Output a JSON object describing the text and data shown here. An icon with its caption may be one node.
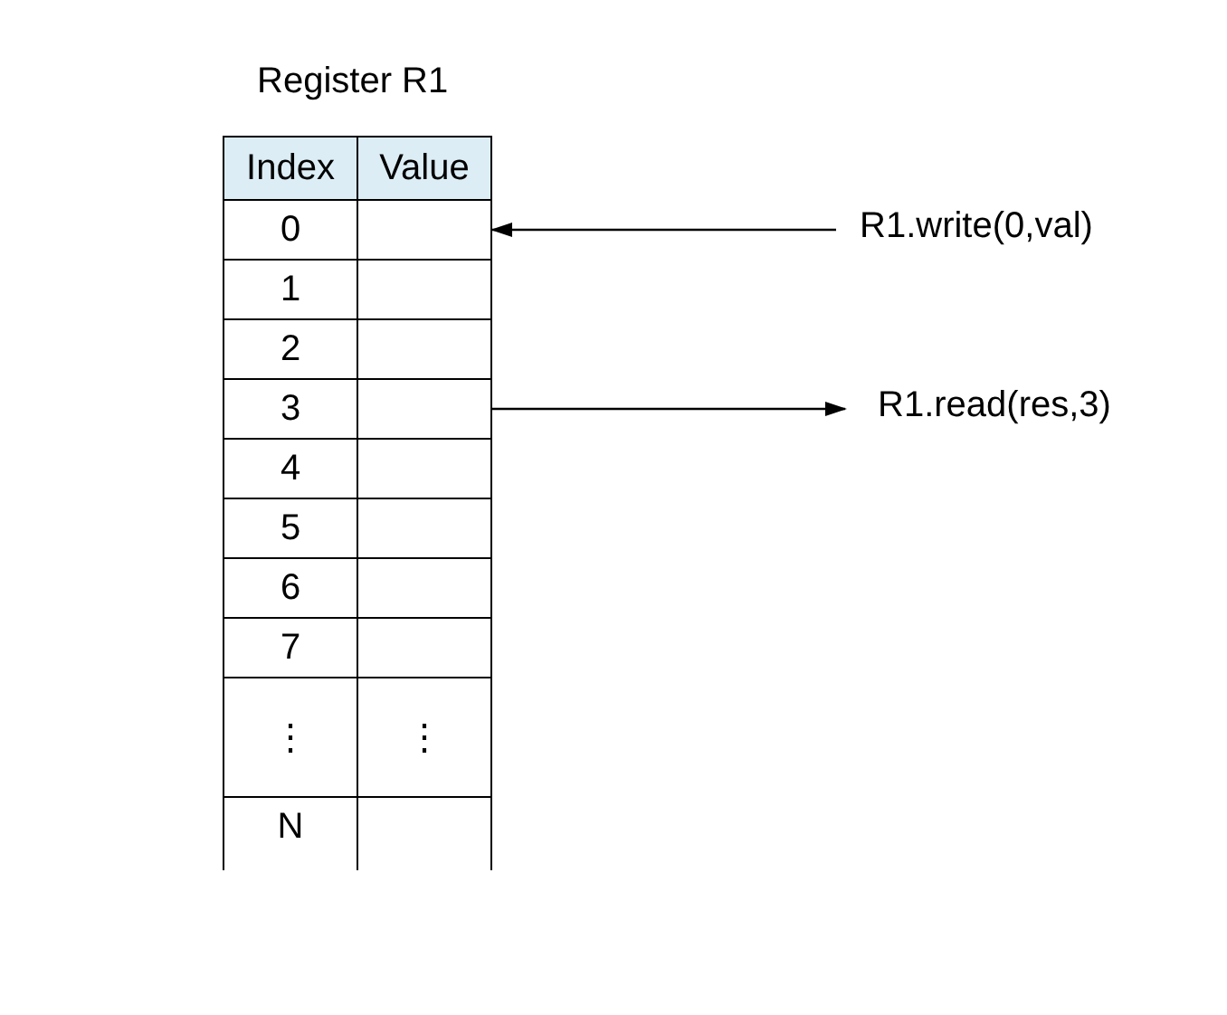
{
  "diagram": {
    "nodes": [
      {
        "text": [
          "Register R1"
        ]
      },
      {
        "text": [
          "R1.write(0,val)"
        ]
      },
      {
        "text": [
          "R1.read(res,3)"
        ]
      }
    ],
    "edges": [
      {
        "from": 1,
        "to": 0,
        "arrow": "to"
      },
      {
        "from": 0,
        "to": 2,
        "arrow": "to"
      }
    ],
    "labels": [
      "Index",
      "Value",
      "0",
      "1",
      "2",
      "3",
      "4",
      "5",
      "6",
      "7",
      "⋮",
      "⋮",
      "N"
    ]
  }
}
